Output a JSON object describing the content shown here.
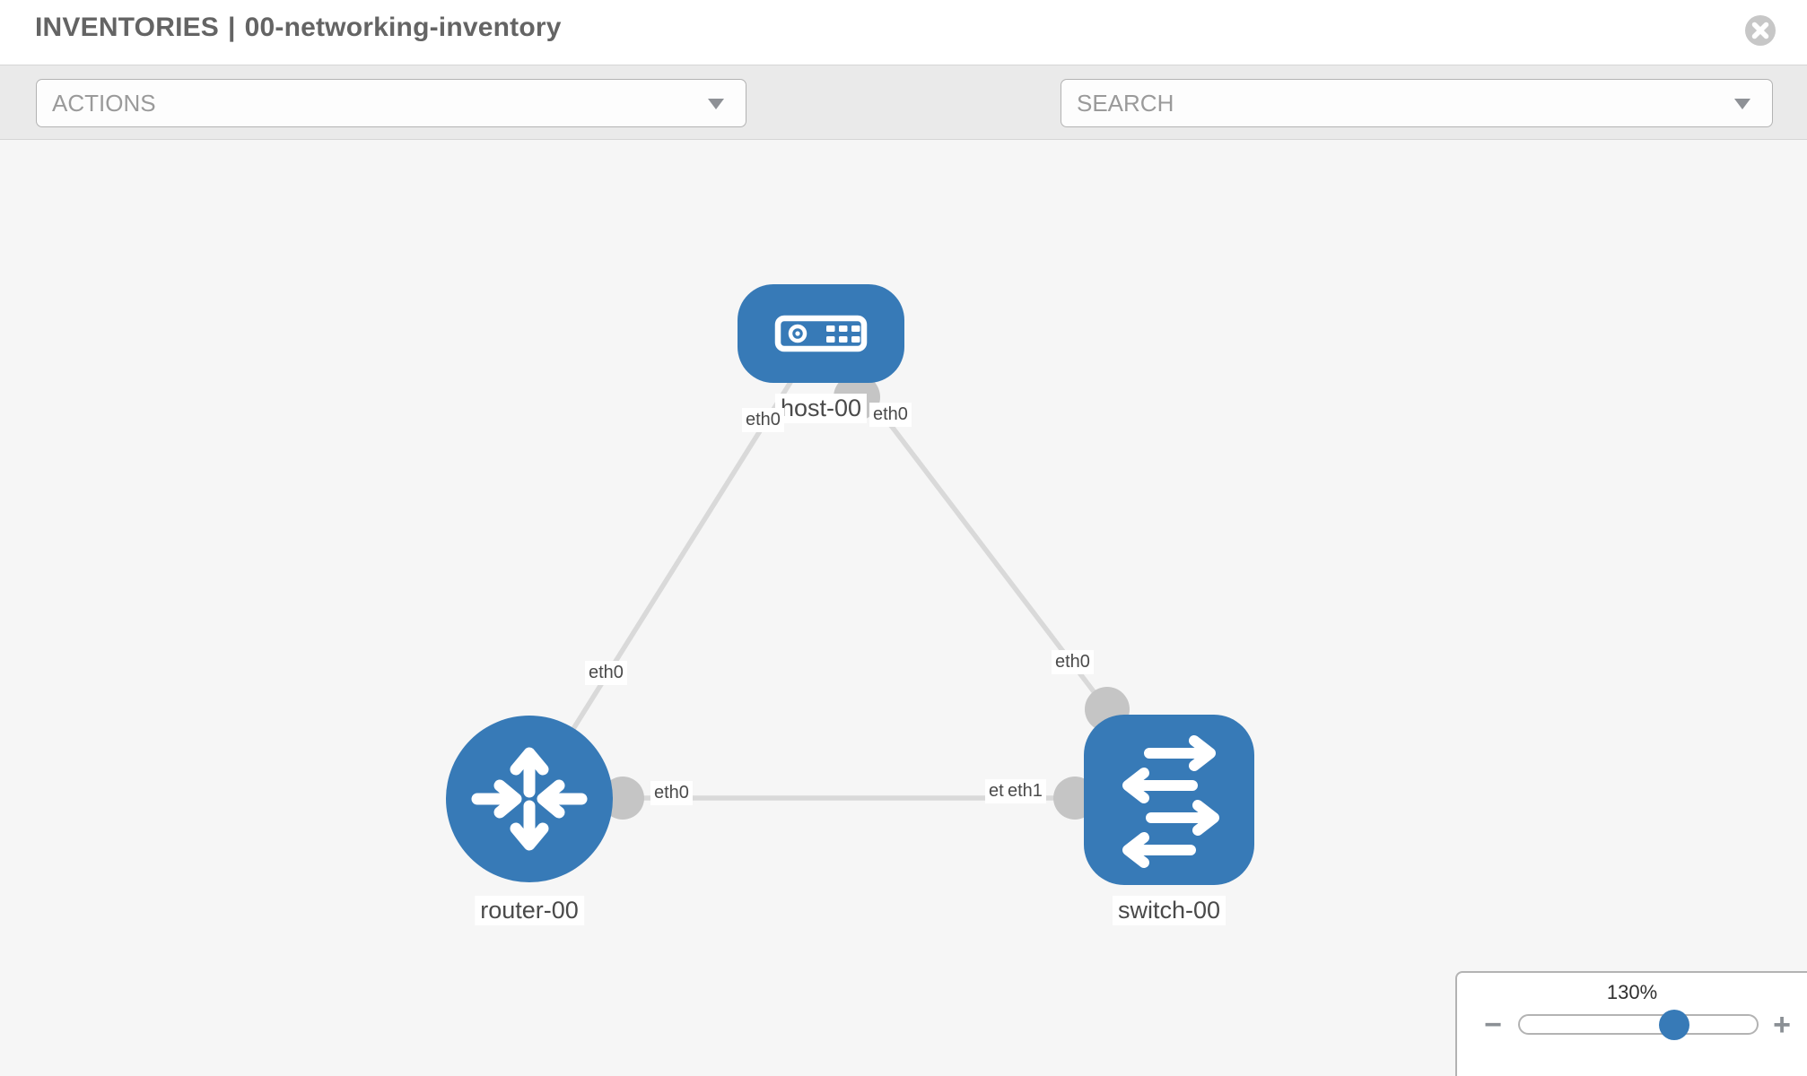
{
  "window": {
    "title_section": "INVENTORIES",
    "title_separator": "|",
    "title_name": "00-networking-inventory"
  },
  "toolbar": {
    "actions_label": "ACTIONS",
    "search_label": "SEARCH",
    "icons": [
      "wrench-icon",
      "key-icon"
    ]
  },
  "topology": {
    "nodes": [
      {
        "label": "host-00",
        "type": "host"
      },
      {
        "label": "router-00",
        "type": "router"
      },
      {
        "label": "switch-00",
        "type": "switch"
      }
    ],
    "links": [
      {
        "from": "host-00",
        "to": "router-00",
        "from_interface": "eth0",
        "to_interface": "eth0"
      },
      {
        "from": "host-00",
        "to": "switch-00",
        "from_interface": "eth0",
        "to_interface": "eth0"
      },
      {
        "from": "router-00",
        "to": "switch-00",
        "from_interface": "eth0",
        "to_interface": "eth1",
        "overlapped_interface": "eth0"
      }
    ]
  },
  "zoom_control": {
    "level": "130%",
    "percent": 130,
    "minus_label": "−",
    "plus_label": "+"
  },
  "colors": {
    "node_blue": "#377ab7",
    "link_gray": "#d9d9d9",
    "port_gray": "#c5c5c5",
    "toolbar_bg": "#eaeaea",
    "canvas_bg": "#f6f6f6",
    "title_gray": "#646464",
    "placeholder_gray": "#9a9a9a"
  }
}
